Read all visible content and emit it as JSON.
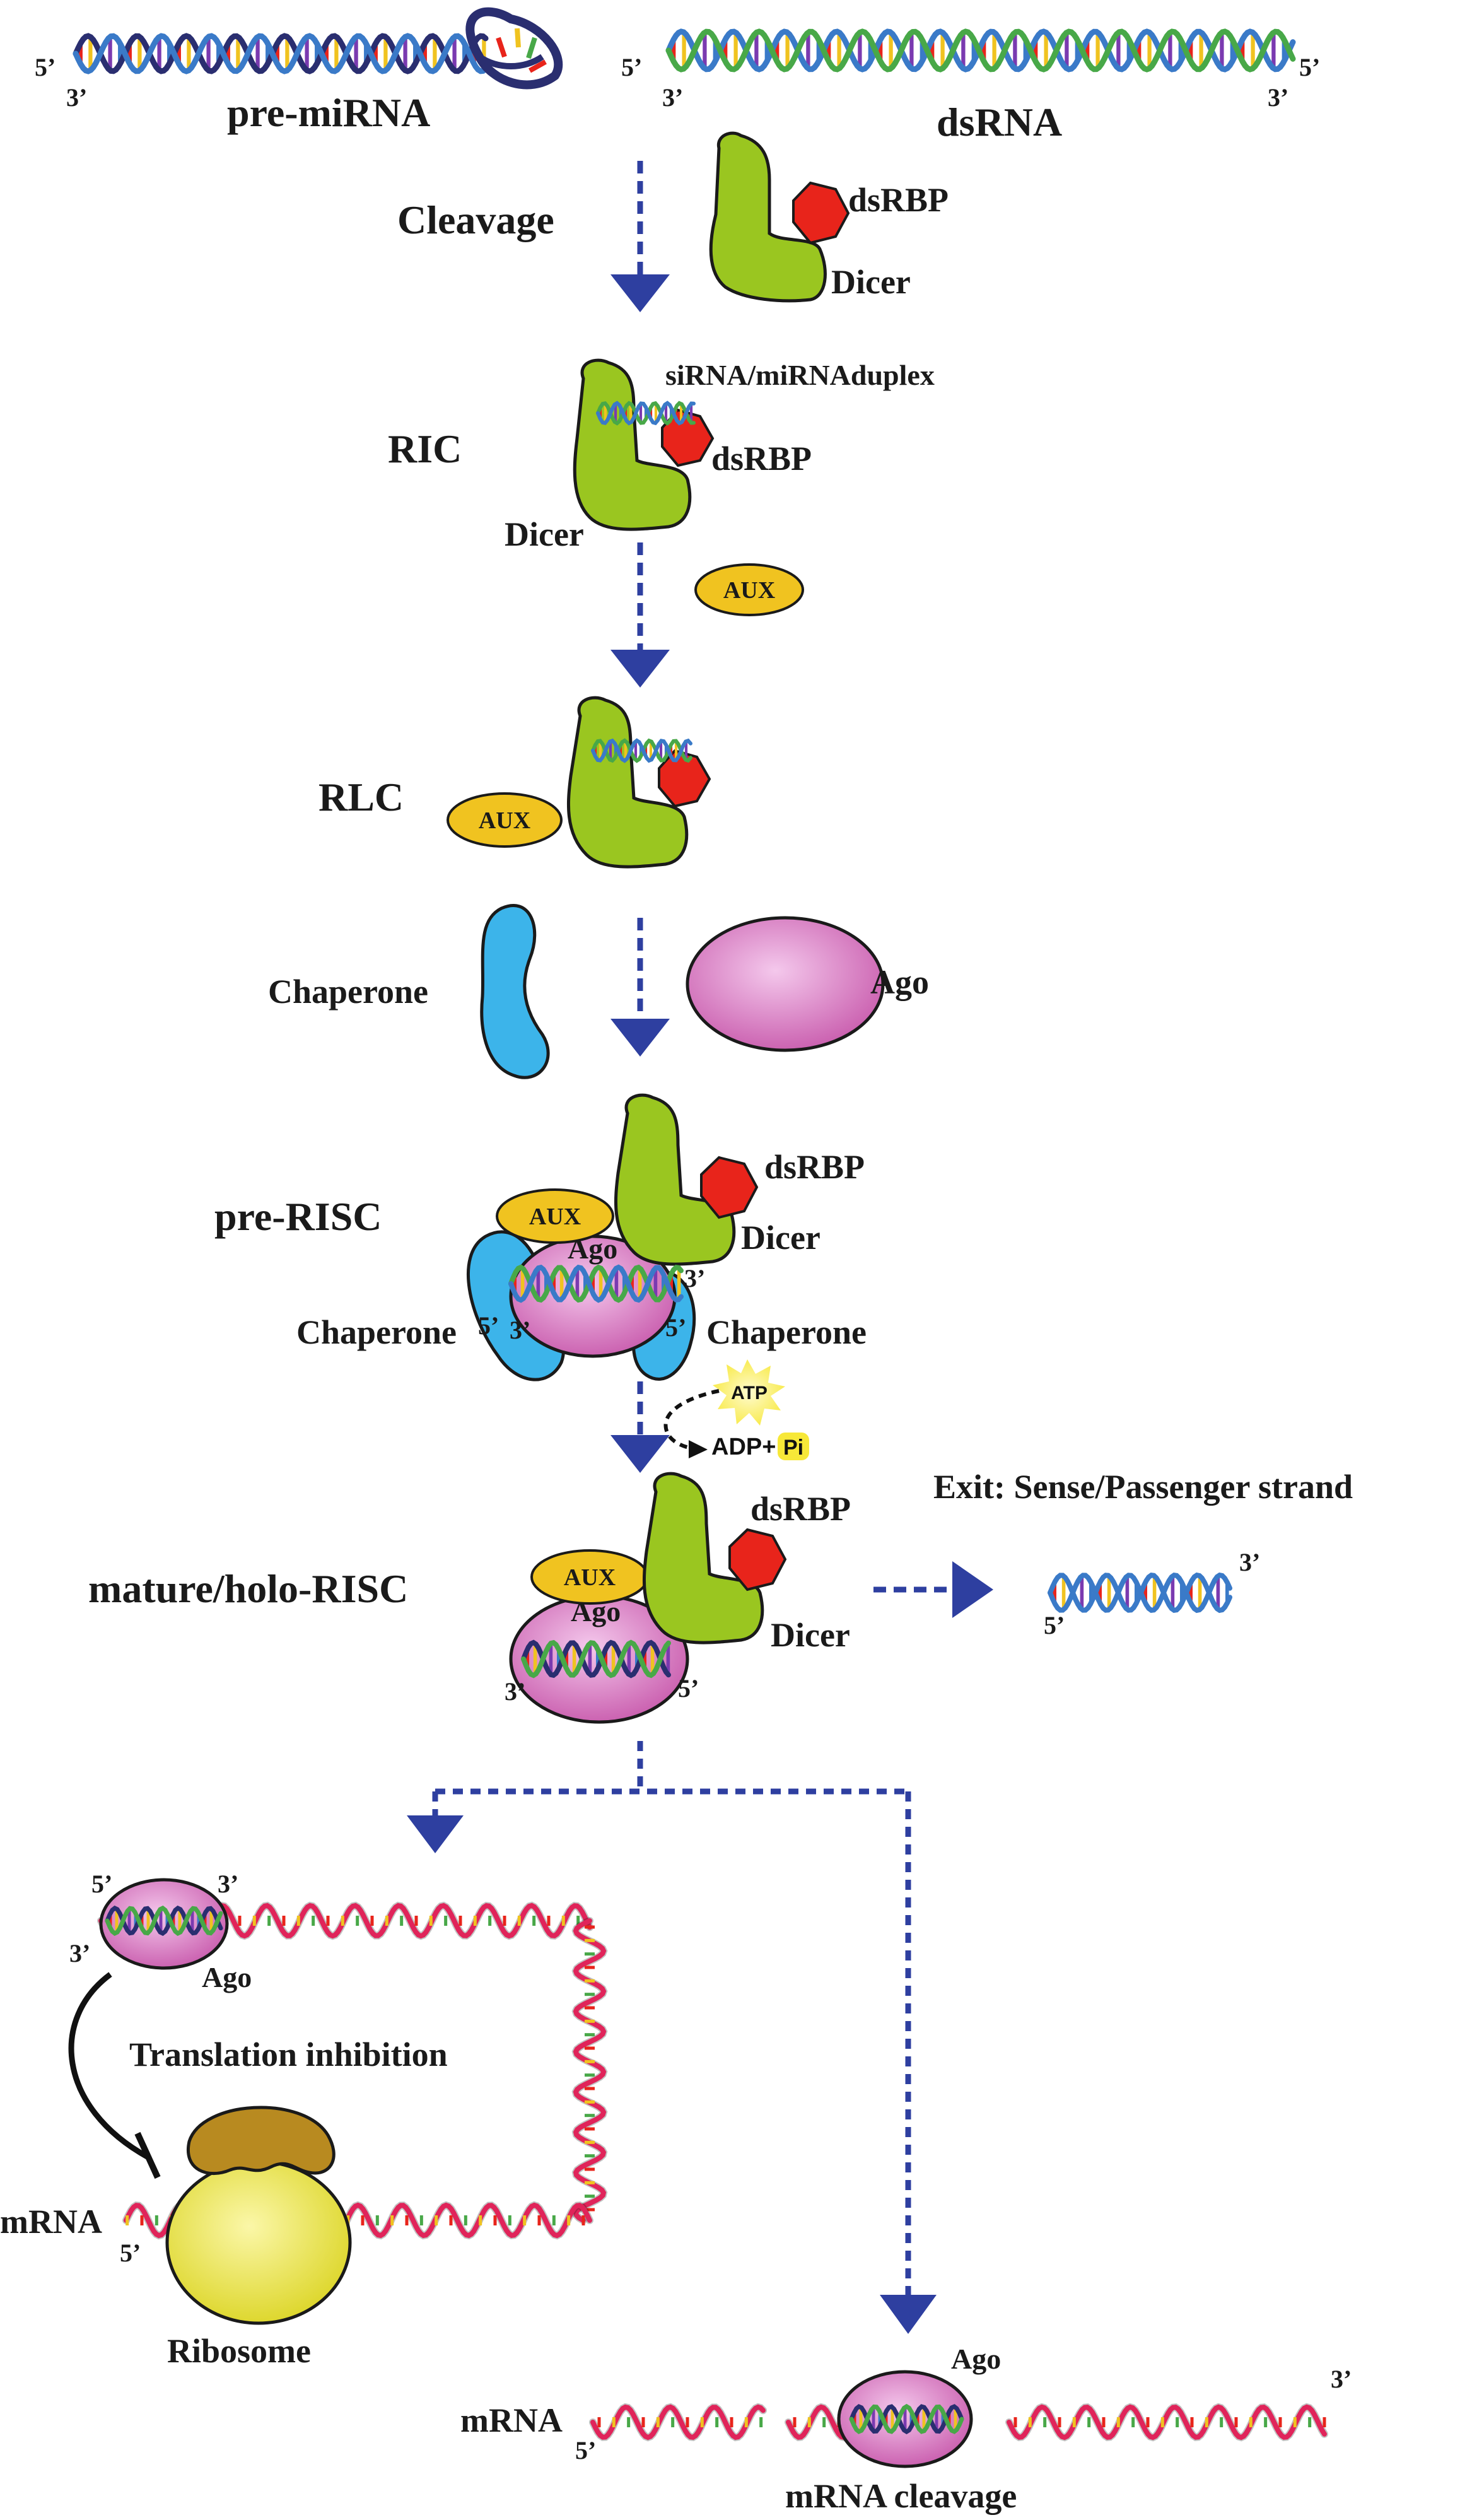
{
  "ends": {
    "five_prime": "5’",
    "three_prime": "3’"
  },
  "labels": {
    "pre_mirna": "pre-miRNA",
    "dsrna": "dsRNA",
    "cleavage": "Cleavage",
    "dsrbp": "dsRBP",
    "dicer": "Dicer",
    "duplex": "siRNA/miRNAduplex",
    "ric": "RIC",
    "aux": "AUX",
    "rlc": "RLC",
    "chaperone": "Chaperone",
    "ago": "Ago",
    "pre_risc": "pre-RISC",
    "atp": "ATP",
    "adp": "ADP+",
    "pi": "Pi",
    "exit": "Exit: Sense/Passenger strand",
    "mature_risc": "mature/holo-RISC",
    "translation_inhibition": "Translation inhibition",
    "mrna": "mRNA",
    "ribosome": "Ribosome",
    "mrna_cleavage": "mRNA cleavage"
  },
  "colors": {
    "arrow": "#2e3fa0",
    "dicer": "#9ac620",
    "dsrbp": "#e8241b",
    "aux": "#f0c320",
    "ago": "#d070b8",
    "chaperone": "#3cb4ea",
    "ribosome_body": "#e8e020",
    "ribosome_cap": "#b88a20",
    "mrna_strand": "#e0245a",
    "helix_strand_a": "#3a7ac8",
    "helix_strand_b": "#48a848",
    "backbone": "#2a2e70"
  }
}
